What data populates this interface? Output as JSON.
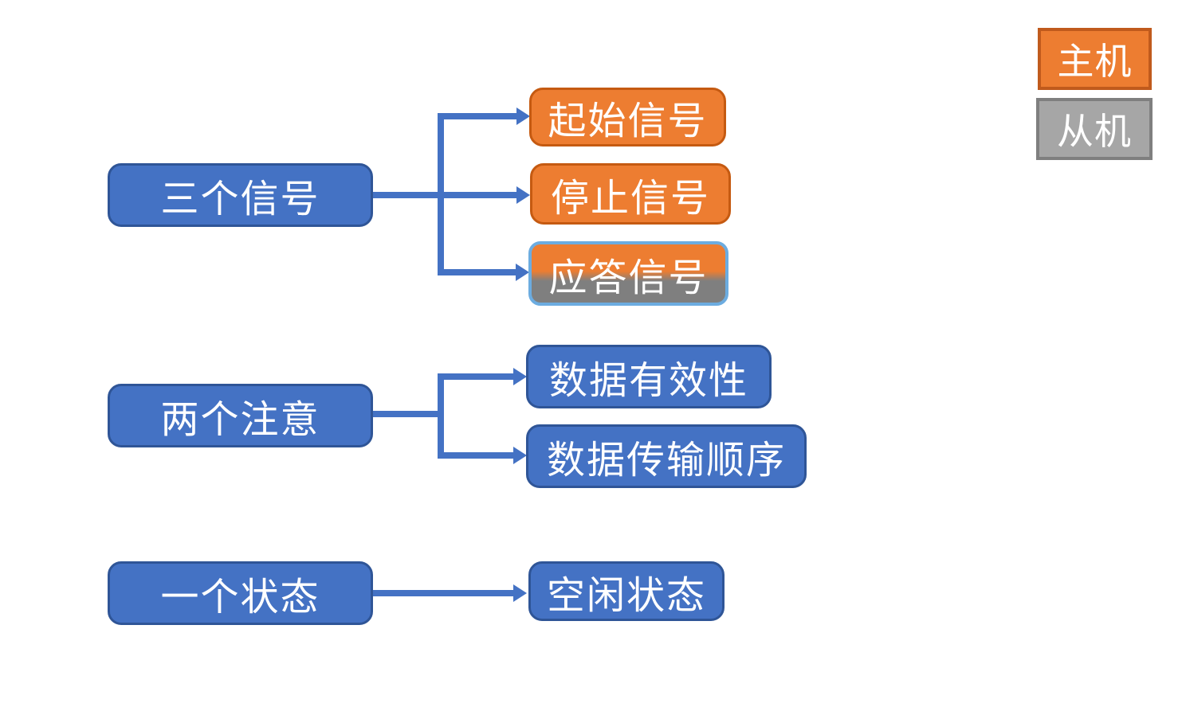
{
  "palette": {
    "blue_fill": "#4472C4",
    "blue_border": "#2F5597",
    "orange_fill": "#ED7D31",
    "orange_border": "#C55A11",
    "gray_fill": "#A6A6A6",
    "gray_border": "#7F7F7F",
    "ack_gradient_top": "#ED7D31",
    "ack_gradient_bottom": "#7F7F7F",
    "ack_border": "#6CACE0",
    "connector": "#4472C4",
    "text": "#FFFFFF",
    "background": "#FFFFFF"
  },
  "legend": {
    "master": {
      "label": "主机"
    },
    "slave": {
      "label": "从机"
    }
  },
  "nodes": {
    "three_signals": {
      "label": "三个信号"
    },
    "start_signal": {
      "label": "起始信号"
    },
    "stop_signal": {
      "label": "停止信号"
    },
    "ack_signal": {
      "label": "应答信号"
    },
    "two_notes": {
      "label": "两个注意"
    },
    "data_validity": {
      "label": "数据有效性"
    },
    "data_order": {
      "label": "数据传输顺序"
    },
    "one_state": {
      "label": "一个状态"
    },
    "idle_state": {
      "label": "空闲状态"
    }
  },
  "edges": [
    {
      "from": "三个信号",
      "to": "起始信号"
    },
    {
      "from": "三个信号",
      "to": "停止信号"
    },
    {
      "from": "三个信号",
      "to": "应答信号"
    },
    {
      "from": "两个注意",
      "to": "数据有效性"
    },
    {
      "from": "两个注意",
      "to": "数据传输顺序"
    },
    {
      "from": "一个状态",
      "to": "空闲状态"
    }
  ]
}
